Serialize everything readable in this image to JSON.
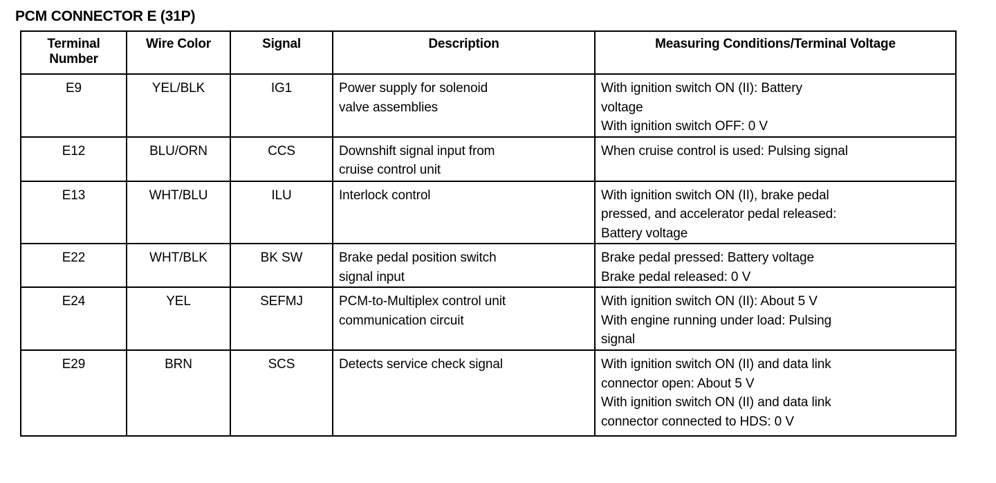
{
  "document": {
    "title": "PCM CONNECTOR E (31P)"
  },
  "table": {
    "headers": {
      "terminal_number_line1": "Terminal",
      "terminal_number_line2": "Number",
      "wire_color": "Wire Color",
      "signal": "Signal",
      "description": "Description",
      "measuring": "Measuring Conditions/Terminal Voltage"
    },
    "rows": [
      {
        "terminal": "E9",
        "wire_color": "YEL/BLK",
        "signal": "IG1",
        "description_lines": [
          "Power supply for solenoid",
          "valve assemblies"
        ],
        "measuring_lines": [
          "With ignition switch ON (II): Battery",
          "voltage",
          "With ignition switch OFF: 0 V"
        ]
      },
      {
        "terminal": "E12",
        "wire_color": "BLU/ORN",
        "signal": "CCS",
        "description_lines": [
          "Downshift signal input from",
          "cruise control unit"
        ],
        "measuring_lines": [
          "When cruise control is used: Pulsing signal"
        ]
      },
      {
        "terminal": "E13",
        "wire_color": "WHT/BLU",
        "signal": "ILU",
        "description_lines": [
          "Interlock control"
        ],
        "measuring_lines": [
          "With ignition switch ON (II), brake pedal",
          "pressed, and accelerator pedal released:",
          "Battery voltage"
        ]
      },
      {
        "terminal": "E22",
        "wire_color": "WHT/BLK",
        "signal": "BK SW",
        "description_lines": [
          "Brake pedal position switch",
          "signal input"
        ],
        "measuring_lines": [
          "Brake pedal pressed: Battery voltage",
          "Brake pedal released: 0 V"
        ]
      },
      {
        "terminal": "E24",
        "wire_color": "YEL",
        "signal": "SEFMJ",
        "description_lines": [
          "PCM-to-Multiplex control unit",
          "communication circuit"
        ],
        "measuring_lines": [
          "With ignition switch ON (II): About 5 V",
          "With engine running under load: Pulsing",
          "signal"
        ]
      },
      {
        "terminal": "E29",
        "wire_color": "BRN",
        "signal": "SCS",
        "description_lines": [
          "Detects service check signal"
        ],
        "measuring_lines": [
          "With ignition switch ON (II) and data link",
          "connector open: About 5 V",
          "With ignition switch ON (II) and data link",
          "connector connected to HDS: 0 V"
        ]
      }
    ]
  }
}
